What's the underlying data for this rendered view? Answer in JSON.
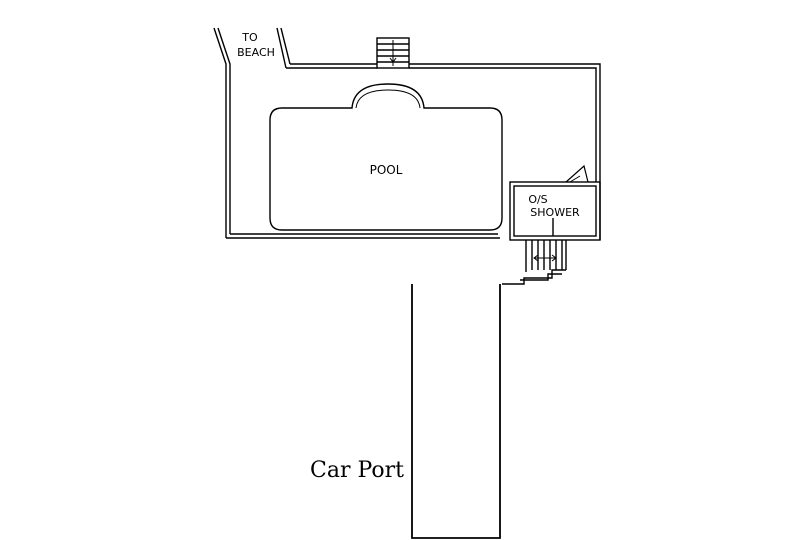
{
  "labels": {
    "beach_line1": "TO",
    "beach_line2": "BEACH",
    "pool": "POOL",
    "shower_line1": "O/S",
    "shower_line2": "SHOWER",
    "car_port": "Car Port"
  },
  "colors": {
    "line": "#000000",
    "background": "#ffffff"
  }
}
